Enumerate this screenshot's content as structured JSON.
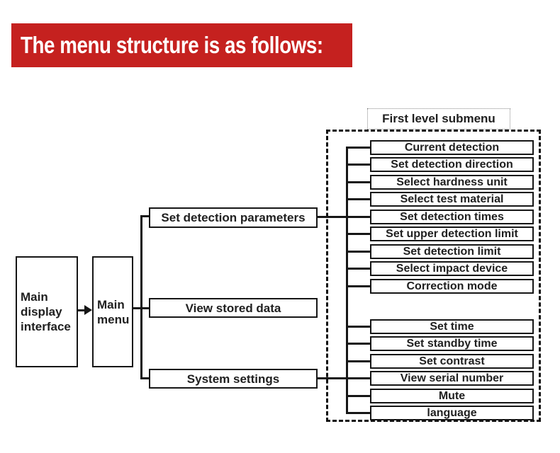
{
  "banner": {
    "title": "The menu structure is as follows:"
  },
  "colors": {
    "banner_bg": "#c5211f",
    "line": "#161616",
    "text": "#202020",
    "background": "#ffffff"
  },
  "nodes": {
    "main_display_interface": "Main display interface",
    "main_menu": "Main menu",
    "set_detection_parameters": "Set detection parameters",
    "view_stored_data": "View stored data",
    "system_settings": "System settings"
  },
  "submenu": {
    "label": "First level submenu",
    "group1": [
      "Current detection",
      "Set detection direction",
      "Select hardness unit",
      "Select test material",
      "Set detection times",
      "Set upper detection limit",
      "Set detection limit",
      "Select impact device",
      "Correction mode"
    ],
    "group2": [
      "Set time",
      "Set standby time",
      "Set contrast",
      "View serial number",
      "Mute",
      "language"
    ]
  }
}
